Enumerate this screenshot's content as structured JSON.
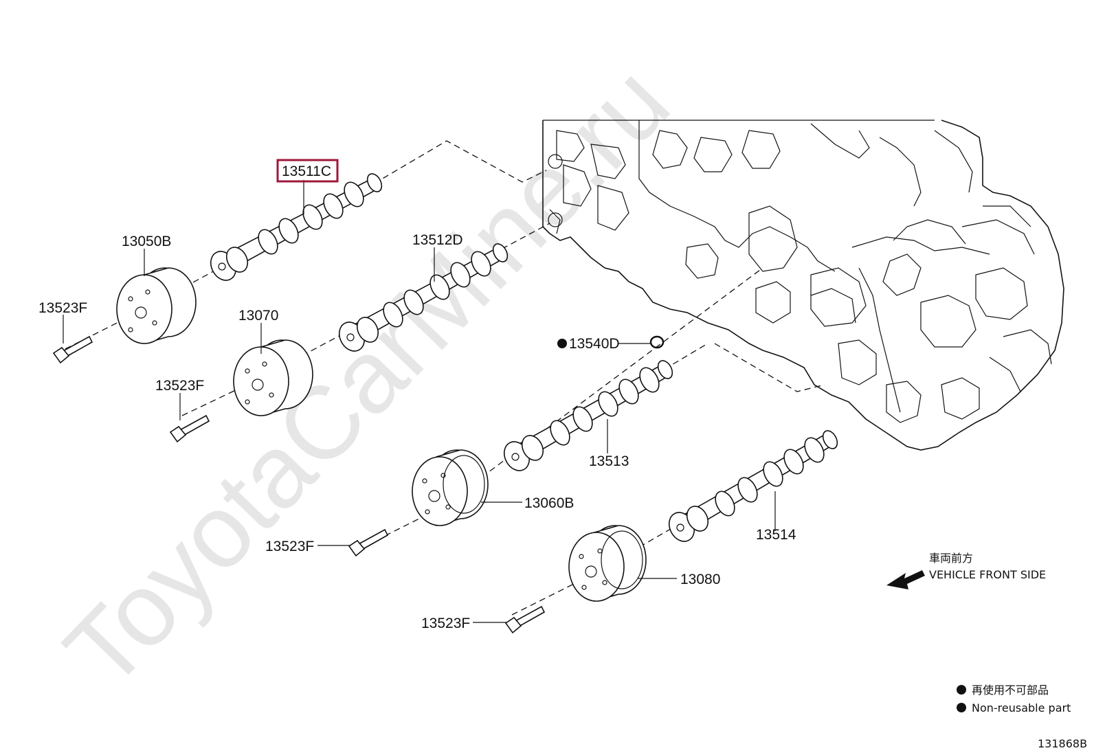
{
  "watermark": "ToyotaCarMine.ru",
  "diagram_code": "131868B",
  "direction": {
    "jp": "車両前方",
    "en": "VEHICLE FRONT SIDE"
  },
  "legend": {
    "jp": "再使用不可部品",
    "en": "Non-reusable part"
  },
  "parts": {
    "p13511c": "13511C",
    "p13512d": "13512D",
    "p13513": "13513",
    "p13514": "13514",
    "p13050b": "13050B",
    "p13070": "13070",
    "p13060b": "13060B",
    "p13080": "13080",
    "p13523f_a": "13523F",
    "p13523f_b": "13523F",
    "p13523f_c": "13523F",
    "p13523f_d": "13523F",
    "p13540d": "13540D"
  },
  "highlighted_part": "13511C",
  "highlight_color": "#a0163a"
}
